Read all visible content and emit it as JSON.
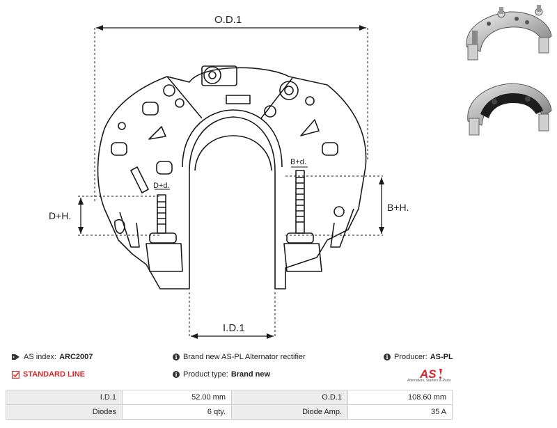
{
  "drawing": {
    "od_label": "O.D.1",
    "id_label": "I.D.1",
    "dh_label": "D+H.",
    "bh_label": "B+H.",
    "dd_label": "D+d.",
    "bd_label": "B+d."
  },
  "info": {
    "as_index_label": "AS index:",
    "as_index_value": "ARC2007",
    "standard_line": "STANDARD LINE",
    "description": "Brand new AS-PL Alternator rectifier",
    "product_type_label": "Product type:",
    "product_type_value": "Brand new",
    "producer_label": "Producer:",
    "producer_value": "AS-PL"
  },
  "logo": {
    "mark": "AS",
    "subtitle": "Alternators, Starters & Parts",
    "color": "#d9262a"
  },
  "specs": [
    {
      "k1": "I.D.1",
      "v1": "52.00 mm",
      "k2": "O.D.1",
      "v2": "108.60 mm"
    },
    {
      "k1": "Diodes",
      "v1": "6 qty.",
      "k2": "Diode Amp.",
      "v2": "35 A"
    }
  ]
}
